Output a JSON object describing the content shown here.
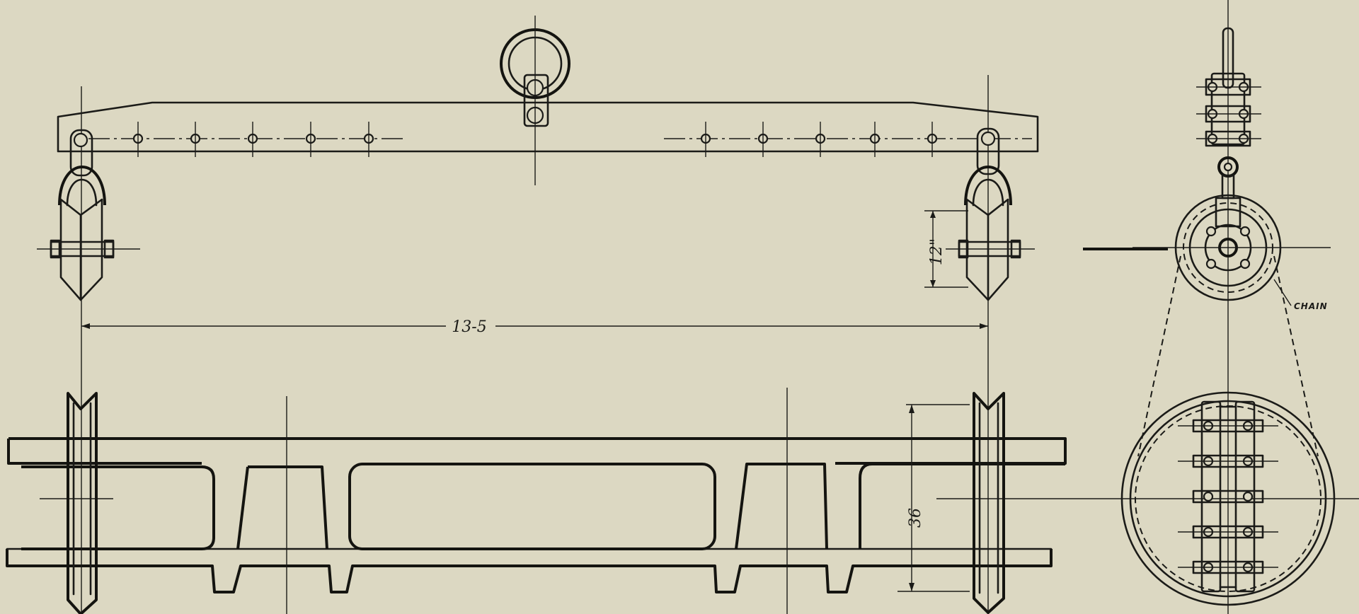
{
  "drawing": {
    "dimensions": {
      "span": "13-5",
      "sheave_diameter": "12\"",
      "section_height": "36"
    },
    "notes": {
      "chain": "CHAIN"
    },
    "colors": {
      "paper": "#dcd8c2",
      "ink": "#1b1b18"
    }
  }
}
